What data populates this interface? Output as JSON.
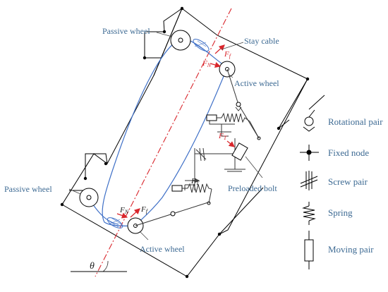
{
  "labels": {
    "passive_wheel_top": "Passive wheel",
    "passive_wheel_bottom": "Passive wheel",
    "stay_cable": "Stay cable",
    "active_wheel_top": "Active wheel",
    "active_wheel_bottom": "Active wheel",
    "preloaded_bolt": "Preloaded bolt",
    "theta": "θ"
  },
  "forces": {
    "f_main": "F",
    "f_sub": "f",
    "n_main": "F",
    "n_sub": "N",
    "t_main": "F",
    "t_sub": "T"
  },
  "legend": {
    "items": [
      {
        "label": "Rotational pair",
        "icon": "rotational-pair-icon"
      },
      {
        "label": "Fixed node",
        "icon": "fixed-node-icon"
      },
      {
        "label": "Screw pair",
        "icon": "screw-pair-icon"
      },
      {
        "label": "Spring",
        "icon": "spring-icon"
      },
      {
        "label": "Moving pair",
        "icon": "moving-pair-icon"
      }
    ]
  },
  "colors": {
    "label_text": "#3d6a93",
    "force": "#d9262c",
    "cable": "#3f70c7",
    "axis": "#d9262c"
  }
}
